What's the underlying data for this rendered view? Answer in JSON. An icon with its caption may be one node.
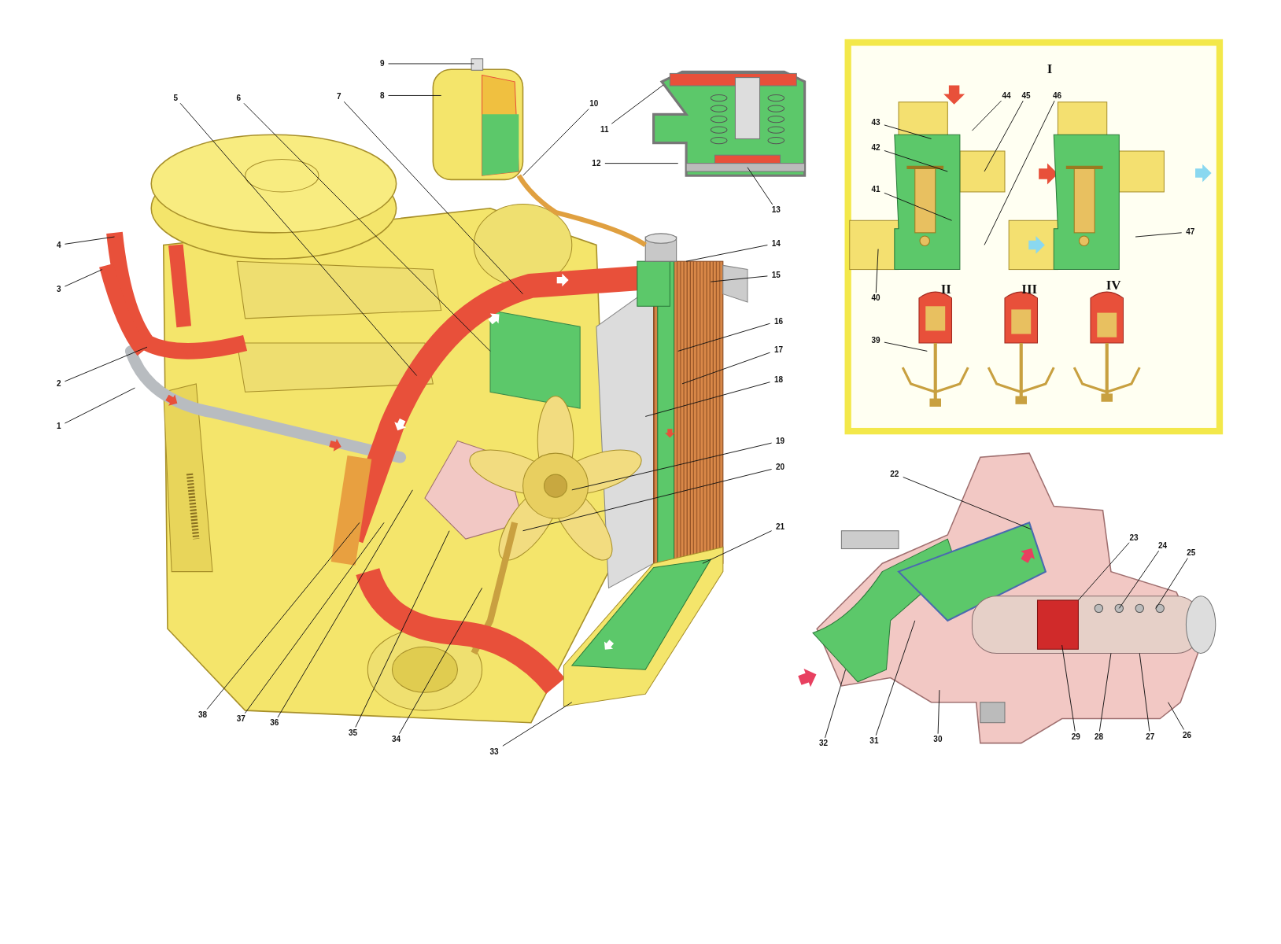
{
  "diagram": {
    "nodes": [
      {
        "text": [
          "1"
        ]
      },
      {
        "text": [
          "2"
        ]
      },
      {
        "text": [
          "3"
        ]
      },
      {
        "text": [
          "4"
        ]
      },
      {
        "text": [
          "5"
        ]
      },
      {
        "text": [
          "6"
        ]
      },
      {
        "text": [
          "7"
        ]
      },
      {
        "text": [
          "8"
        ]
      },
      {
        "text": [
          "9"
        ]
      },
      {
        "text": [
          "10"
        ]
      },
      {
        "text": [
          "11"
        ]
      },
      {
        "text": [
          "12"
        ]
      },
      {
        "text": [
          "13"
        ]
      },
      {
        "text": [
          "14"
        ]
      },
      {
        "text": [
          "15"
        ]
      },
      {
        "text": [
          "16"
        ]
      },
      {
        "text": [
          "17"
        ]
      },
      {
        "text": [
          "18"
        ]
      },
      {
        "text": [
          "19"
        ]
      },
      {
        "text": [
          "20"
        ]
      },
      {
        "text": [
          "21"
        ]
      },
      {
        "text": [
          "22"
        ]
      },
      {
        "text": [
          "23"
        ]
      },
      {
        "text": [
          "24"
        ]
      },
      {
        "text": [
          "25"
        ]
      },
      {
        "text": [
          "26"
        ]
      },
      {
        "text": [
          "27"
        ]
      },
      {
        "text": [
          "28"
        ]
      },
      {
        "text": [
          "29"
        ]
      },
      {
        "text": [
          "30"
        ]
      },
      {
        "text": [
          "31"
        ]
      },
      {
        "text": [
          "32"
        ]
      },
      {
        "text": [
          "33"
        ]
      },
      {
        "text": [
          "34"
        ]
      },
      {
        "text": [
          "35"
        ]
      },
      {
        "text": [
          "36"
        ]
      },
      {
        "text": [
          "37"
        ]
      },
      {
        "text": [
          "38"
        ]
      },
      {
        "text": [
          "39"
        ]
      },
      {
        "text": [
          "40"
        ]
      },
      {
        "text": [
          "41"
        ]
      },
      {
        "text": [
          "42"
        ]
      },
      {
        "text": [
          "43"
        ]
      },
      {
        "text": [
          "44"
        ]
      },
      {
        "text": [
          "45"
        ]
      },
      {
        "text": [
          "46"
        ]
      },
      {
        "text": [
          "47"
        ]
      }
    ],
    "edges": [
      {
        "from": 0,
        "to": null,
        "arrow": "none"
      },
      {
        "from": 1,
        "to": null,
        "arrow": "none"
      },
      {
        "from": 2,
        "to": null,
        "arrow": "none"
      },
      {
        "from": 3,
        "to": null,
        "arrow": "none"
      },
      {
        "from": 4,
        "to": null,
        "arrow": "none"
      },
      {
        "from": 5,
        "to": null,
        "arrow": "none"
      },
      {
        "from": 6,
        "to": null,
        "arrow": "none"
      },
      {
        "from": 7,
        "to": null,
        "arrow": "none"
      },
      {
        "from": 8,
        "to": null,
        "arrow": "none"
      },
      {
        "from": 9,
        "to": null,
        "arrow": "none"
      },
      {
        "from": 10,
        "to": null,
        "arrow": "none"
      },
      {
        "from": 11,
        "to": null,
        "arrow": "none"
      },
      {
        "from": 12,
        "to": null,
        "arrow": "none"
      },
      {
        "from": 13,
        "to": null,
        "arrow": "none"
      },
      {
        "from": 14,
        "to": null,
        "arrow": "none"
      },
      {
        "from": 15,
        "to": null,
        "arrow": "none"
      },
      {
        "from": 16,
        "to": null,
        "arrow": "none"
      },
      {
        "from": 17,
        "to": null,
        "arrow": "none"
      },
      {
        "from": 18,
        "to": null,
        "arrow": "none"
      },
      {
        "from": 19,
        "to": null,
        "arrow": "none"
      },
      {
        "from": 20,
        "to": null,
        "arrow": "none"
      },
      {
        "from": 21,
        "to": null,
        "arrow": "none"
      },
      {
        "from": 22,
        "to": null,
        "arrow": "none"
      },
      {
        "from": 23,
        "to": null,
        "arrow": "none"
      },
      {
        "from": 24,
        "to": null,
        "arrow": "none"
      },
      {
        "from": 25,
        "to": null,
        "arrow": "none"
      },
      {
        "from": 26,
        "to": null,
        "arrow": "none"
      },
      {
        "from": 27,
        "to": null,
        "arrow": "none"
      },
      {
        "from": 28,
        "to": null,
        "arrow": "none"
      },
      {
        "from": 29,
        "to": null,
        "arrow": "none"
      },
      {
        "from": 30,
        "to": null,
        "arrow": "none"
      },
      {
        "from": 31,
        "to": null,
        "arrow": "none"
      },
      {
        "from": 32,
        "to": null,
        "arrow": "none"
      },
      {
        "from": 33,
        "to": null,
        "arrow": "none"
      },
      {
        "from": 34,
        "to": null,
        "arrow": "none"
      },
      {
        "from": 35,
        "to": null,
        "arrow": "none"
      },
      {
        "from": 36,
        "to": null,
        "arrow": "none"
      },
      {
        "from": 37,
        "to": null,
        "arrow": "none"
      },
      {
        "from": 38,
        "to": null,
        "arrow": "none"
      },
      {
        "from": 39,
        "to": null,
        "arrow": "none"
      },
      {
        "from": 40,
        "to": null,
        "arrow": "none"
      },
      {
        "from": 41,
        "to": null,
        "arrow": "none"
      },
      {
        "from": 42,
        "to": null,
        "arrow": "none"
      },
      {
        "from": 43,
        "to": null,
        "arrow": "none"
      },
      {
        "from": 44,
        "to": null,
        "arrow": "none"
      },
      {
        "from": 45,
        "to": null,
        "arrow": "none"
      },
      {
        "from": 46,
        "to": null,
        "arrow": "none"
      }
    ],
    "labels": [
      "I",
      "II",
      "III",
      "IV"
    ]
  }
}
